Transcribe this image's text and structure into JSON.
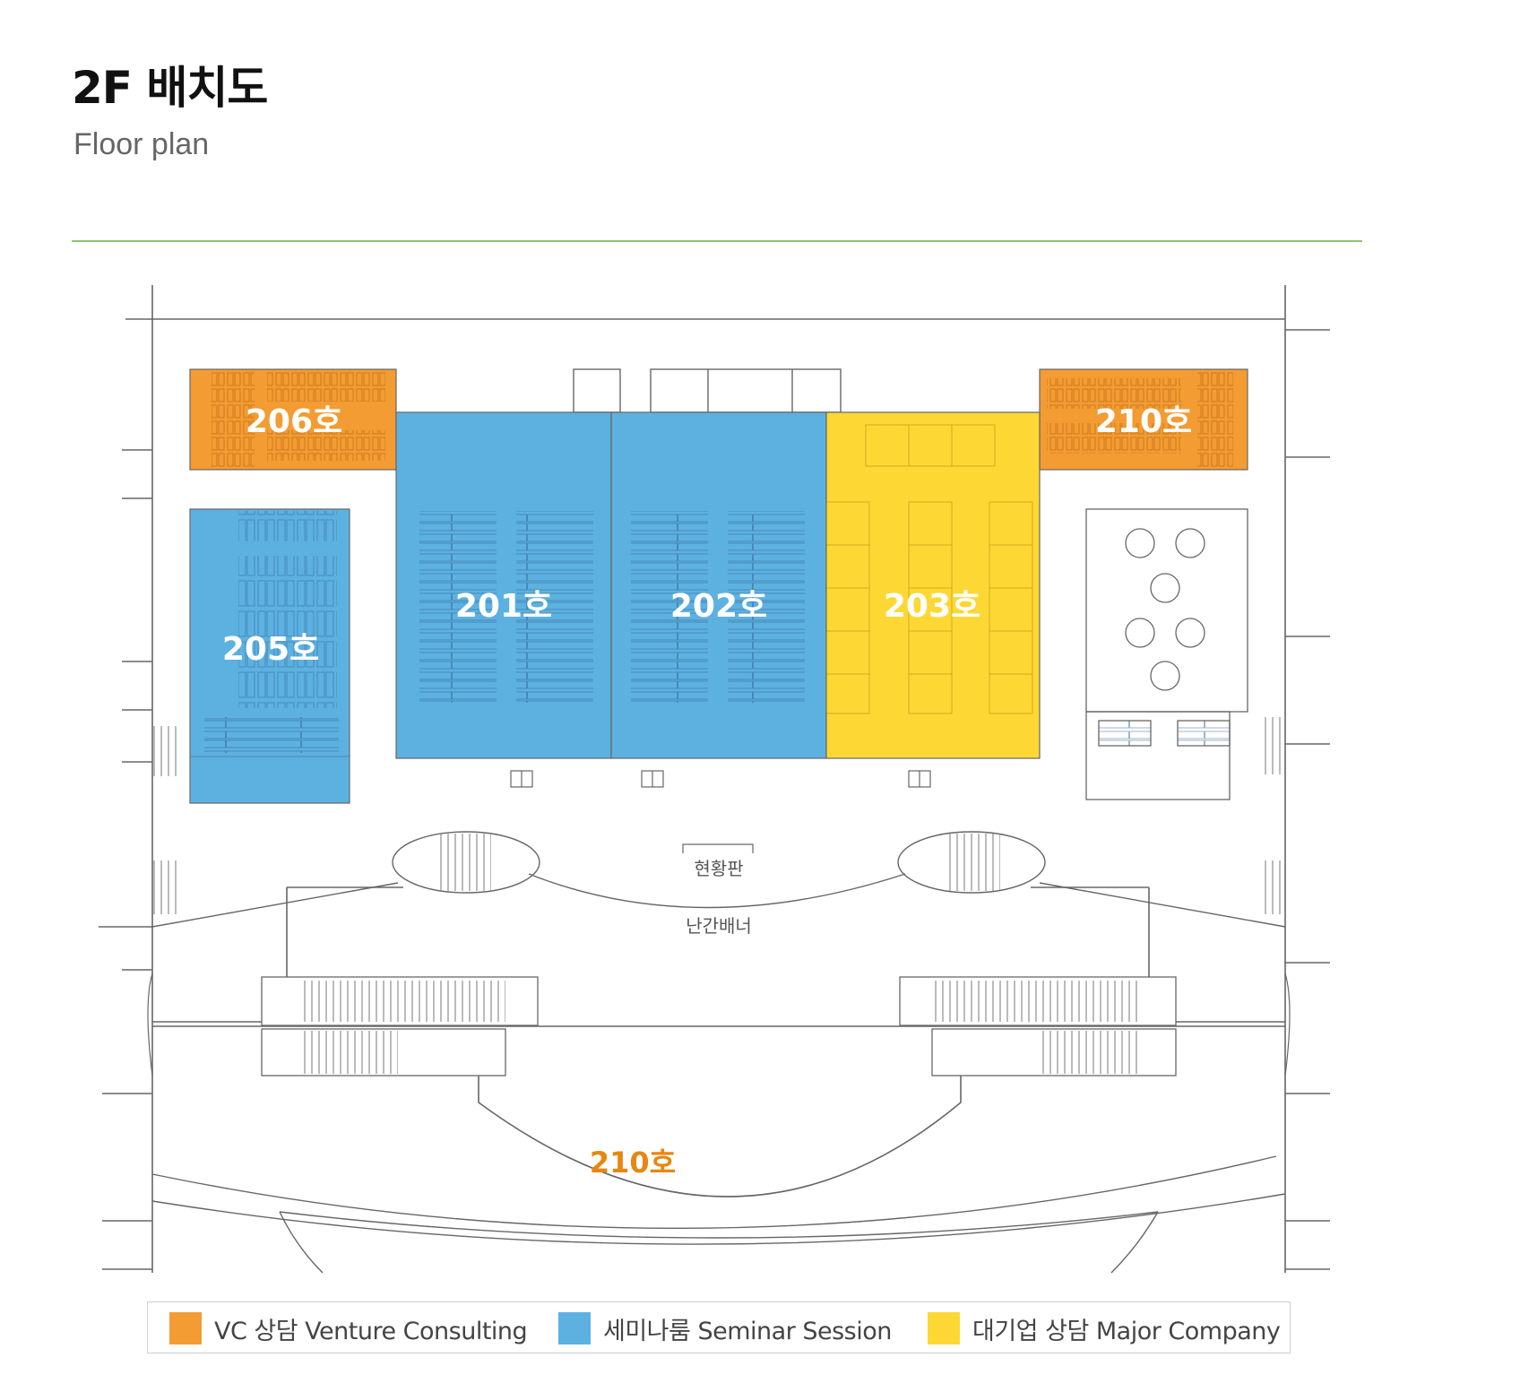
{
  "header": {
    "title": "2F 배치도",
    "subtitle": "Floor plan"
  },
  "rooms": {
    "r206": "206호",
    "r210_top": "210호",
    "r201": "201호",
    "r202": "202호",
    "r203": "203호",
    "r205": "205호",
    "r210_bottom": "210호"
  },
  "notes": {
    "status_board": "현황판",
    "railing_banner": "난간배너"
  },
  "legend": {
    "items": [
      {
        "label": "VC 상담 Venture Consulting",
        "color": "#f39c33"
      },
      {
        "label": "세미나룸 Seminar Session",
        "color": "#5db1e0"
      },
      {
        "label": "대기업 상담 Major Company",
        "color": "#fdd835"
      }
    ]
  },
  "colors": {
    "vc": "#f39c33",
    "seminar": "#5db1e0",
    "major": "#fdd835",
    "label_orange": "#e8860f",
    "line": "#666666"
  }
}
